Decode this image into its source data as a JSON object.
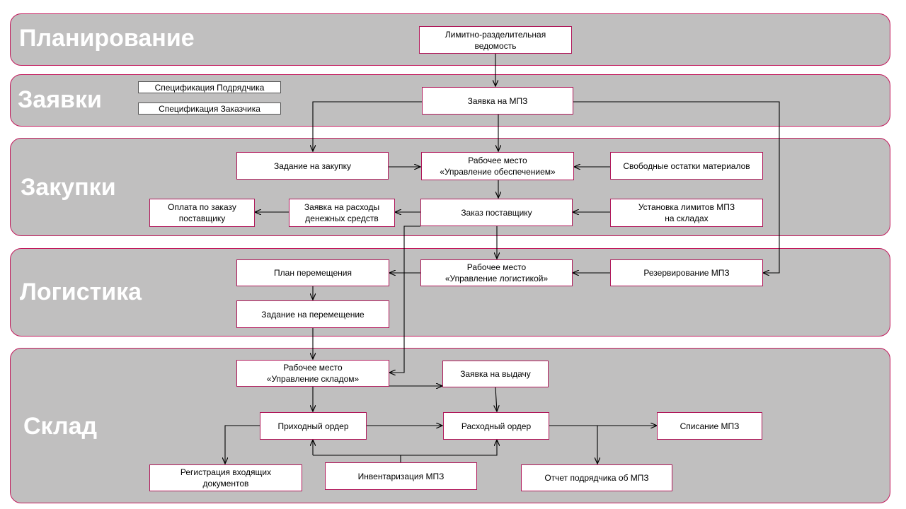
{
  "lanes": {
    "planning": "Планирование",
    "requests": "Заявки",
    "purchases": "Закупки",
    "logistics": "Логистика",
    "warehouse": "Склад"
  },
  "specs": {
    "contractor": "Спецификация Подрядчика",
    "customer": "Спецификация Заказчика"
  },
  "boxes": {
    "limit_sheet": "Лимитно-разделительная\nведомость",
    "mpz_request": "Заявка на МПЗ",
    "purchase_task": "Задание на закупку",
    "supply_workplace": "Рабочее место\n«Управление обеспечением»",
    "free_stock": "Свободные  остатки материалов",
    "supplier_payment": "Оплата по заказу\nпоставщику",
    "cash_request": "Заявка на расходы\nденежных средств",
    "supplier_order": "Заказ поставщику",
    "mpz_limits": "Установка лимитов МПЗ\nна складах",
    "move_plan": "План перемещения",
    "logistics_workplace": "Рабочее место\n«Управление логистикой»",
    "mpz_reserve": "Резервирование МПЗ",
    "move_task": "Задание на перемещение",
    "warehouse_workplace": "Рабочее место\n«Управление складом»",
    "issue_request": "Заявка на выдачу",
    "receipt_order": "Приходный ордер",
    "expense_order": "Расходный ордер",
    "mpz_writeoff": "Списание МПЗ",
    "incoming_docs": "Регистрация входящих\nдокументов",
    "mpz_inventory": "Инвентаризация МПЗ",
    "contractor_report": "Отчет подрядчика об МПЗ"
  },
  "colors": {
    "lane_fill": "#c0bfbf",
    "accent": "#c2185b",
    "line": "#000000"
  }
}
